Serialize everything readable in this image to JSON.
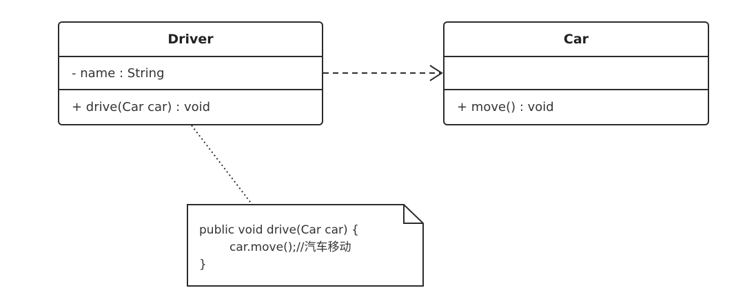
{
  "classes": {
    "driver": {
      "name": "Driver",
      "attribute": "- name : String",
      "operation": "+ drive(Car car) : void"
    },
    "car": {
      "name": "Car",
      "attribute": "",
      "operation": "+ move() : void"
    }
  },
  "note": {
    "line1": "public void drive(Car car) {",
    "line2": "car.move();//汽车移动",
    "line3": "}"
  },
  "colors": {
    "stroke": "#2b2b2b",
    "text": "#333333",
    "background": "#ffffff"
  }
}
